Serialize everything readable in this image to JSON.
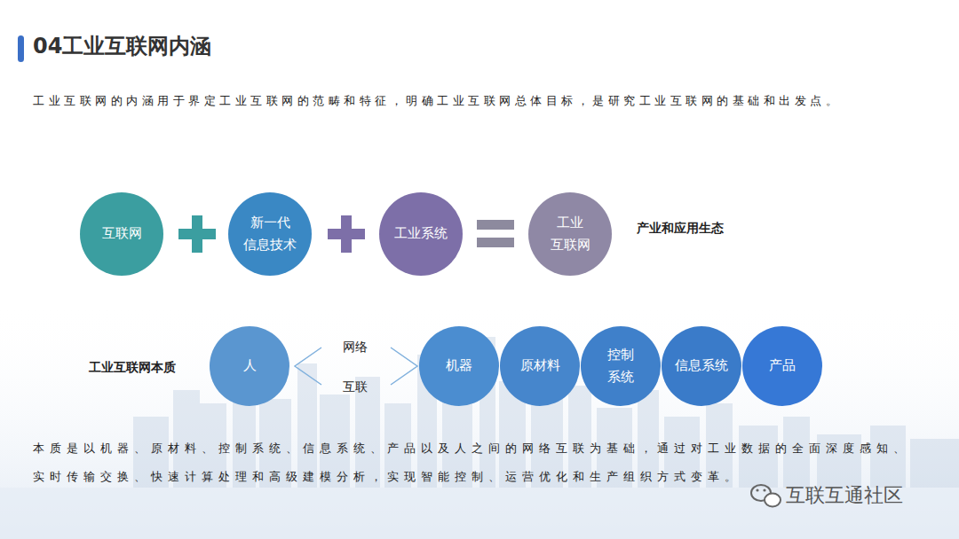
{
  "diagram": {
    "title": "04工业互联网内涵",
    "nodes": [
      {
        "text": [
          "互联网"
        ]
      },
      {
        "text": [
          "新一代 信息技术"
        ]
      },
      {
        "text": [
          "工业系统"
        ]
      },
      {
        "text": [
          "工业 互联网"
        ]
      },
      {
        "text": [
          "人"
        ]
      },
      {
        "text": [
          "机器"
        ]
      },
      {
        "text": [
          "原材料"
        ]
      },
      {
        "text": [
          "控制 系统"
        ]
      },
      {
        "text": [
          "信息系统"
        ]
      },
      {
        "text": [
          "产品"
        ]
      }
    ],
    "labels": [
      "工业互联网的内涵用于界定工业互联网的范畴和特征，明确工业互联网总体目标，是研究工业互联网的基础和出发点。",
      "产业和应用生态",
      "工业互联网本质",
      "网络",
      "互联",
      "本质是以机器、原材料、控制系统、信息系统、产品以及人之间的网络互联为基础，通过对工业数据的全面深度感知、实时传输交换、快速计算处理和高级建模分析，实现智能控制、运营优化和生产组织方式变革。",
      "互联互通社区"
    ]
  }
}
